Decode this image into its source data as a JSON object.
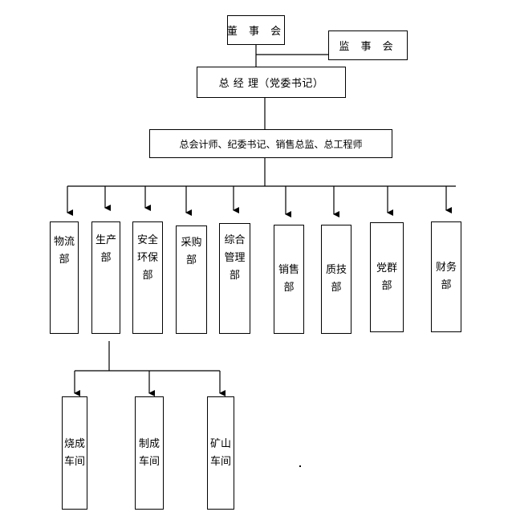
{
  "top": {
    "chairman": "董 事 会",
    "supervisor": "监 事 会",
    "general_manager": "总  经  理（党委书记）",
    "leaders": "总会计师、纪委书记、销售总监、总工程师"
  },
  "departments": [
    {
      "key": "logistics",
      "label": "物流部"
    },
    {
      "key": "production",
      "label": "生产部"
    },
    {
      "key": "safety",
      "label": "安全环保部"
    },
    {
      "key": "purchase",
      "label": "采购部"
    },
    {
      "key": "general",
      "label": "综合管理部"
    },
    {
      "key": "sales",
      "label": "销售部"
    },
    {
      "key": "quality",
      "label": "质技部"
    },
    {
      "key": "party",
      "label": "党群部"
    },
    {
      "key": "finance",
      "label": "财务部"
    }
  ],
  "workshops": [
    {
      "key": "sinter",
      "label": "烧成车间"
    },
    {
      "key": "make",
      "label": "制成车间"
    },
    {
      "key": "mine",
      "label": "矿山车间"
    }
  ]
}
